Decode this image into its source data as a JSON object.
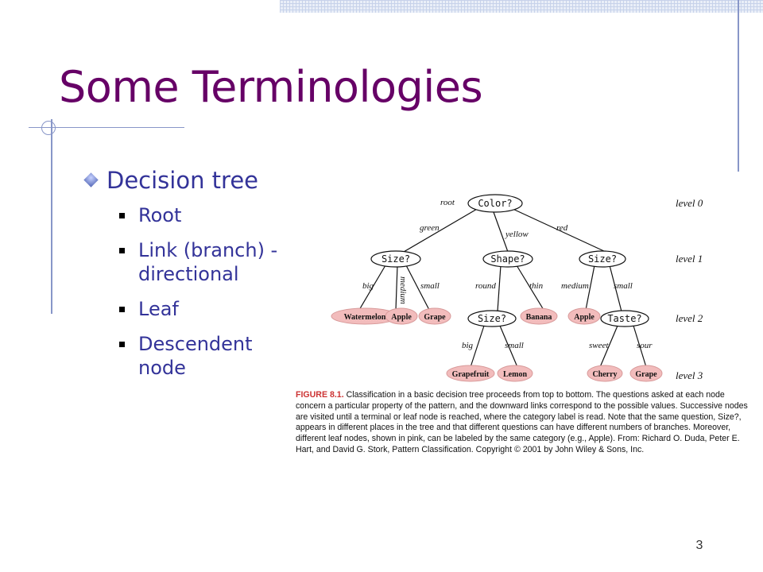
{
  "slide": {
    "title": "Some Terminologies",
    "bullet": {
      "label": "Decision tree",
      "items": [
        "Root",
        "Link (branch) - directional",
        "Leaf",
        "Descendent node"
      ]
    },
    "page_number": "3"
  },
  "figure": {
    "nodes": {
      "root": "Color?",
      "size_left": "Size?",
      "shape": "Shape?",
      "size_right": "Size?",
      "size_mid": "Size?",
      "taste": "Taste?"
    },
    "leaves": {
      "watermelon": "Watermelon",
      "apple_left": "Apple",
      "grape_left": "Grape",
      "banana": "Banana",
      "apple_right": "Apple",
      "grapefruit": "Grapefruit",
      "lemon": "Lemon",
      "cherry": "Cherry",
      "grape_right": "Grape"
    },
    "edges": {
      "green": "green",
      "yellow": "yellow",
      "red": "red",
      "big_left": "big",
      "medium_left": "medium",
      "small_left": "small",
      "round": "round",
      "thin": "thin",
      "medium_right": "medium",
      "small_right": "small",
      "big_mid": "big",
      "small_mid": "small",
      "sweet": "sweet",
      "sour": "sour"
    },
    "root_label": "root",
    "levels": [
      "level 0",
      "level 1",
      "level 2",
      "level 3"
    ],
    "caption": {
      "label": "FIGURE 8.1.",
      "text": "Classification in a basic decision tree proceeds from top to bottom. The questions asked at each node concern a particular property of the pattern, and the downward links correspond to the possible values. Successive nodes are visited until a terminal or leaf node is reached, where the category label is read. Note that the same question, Size?, appears in different places in the tree and that different questions can have different numbers of branches. Moreover, different leaf nodes, shown in pink, can be labeled by the same category (e.g., Apple). From: Richard O. Duda, Peter E. Hart, and David G. Stork, Pattern Classification. Copyright © 2001 by John Wiley & Sons, Inc."
    }
  },
  "colors": {
    "title": "#660066",
    "bullet_text": "#333399",
    "leaf_fill": "#f2bcbc",
    "decoration": "#8896c8"
  }
}
